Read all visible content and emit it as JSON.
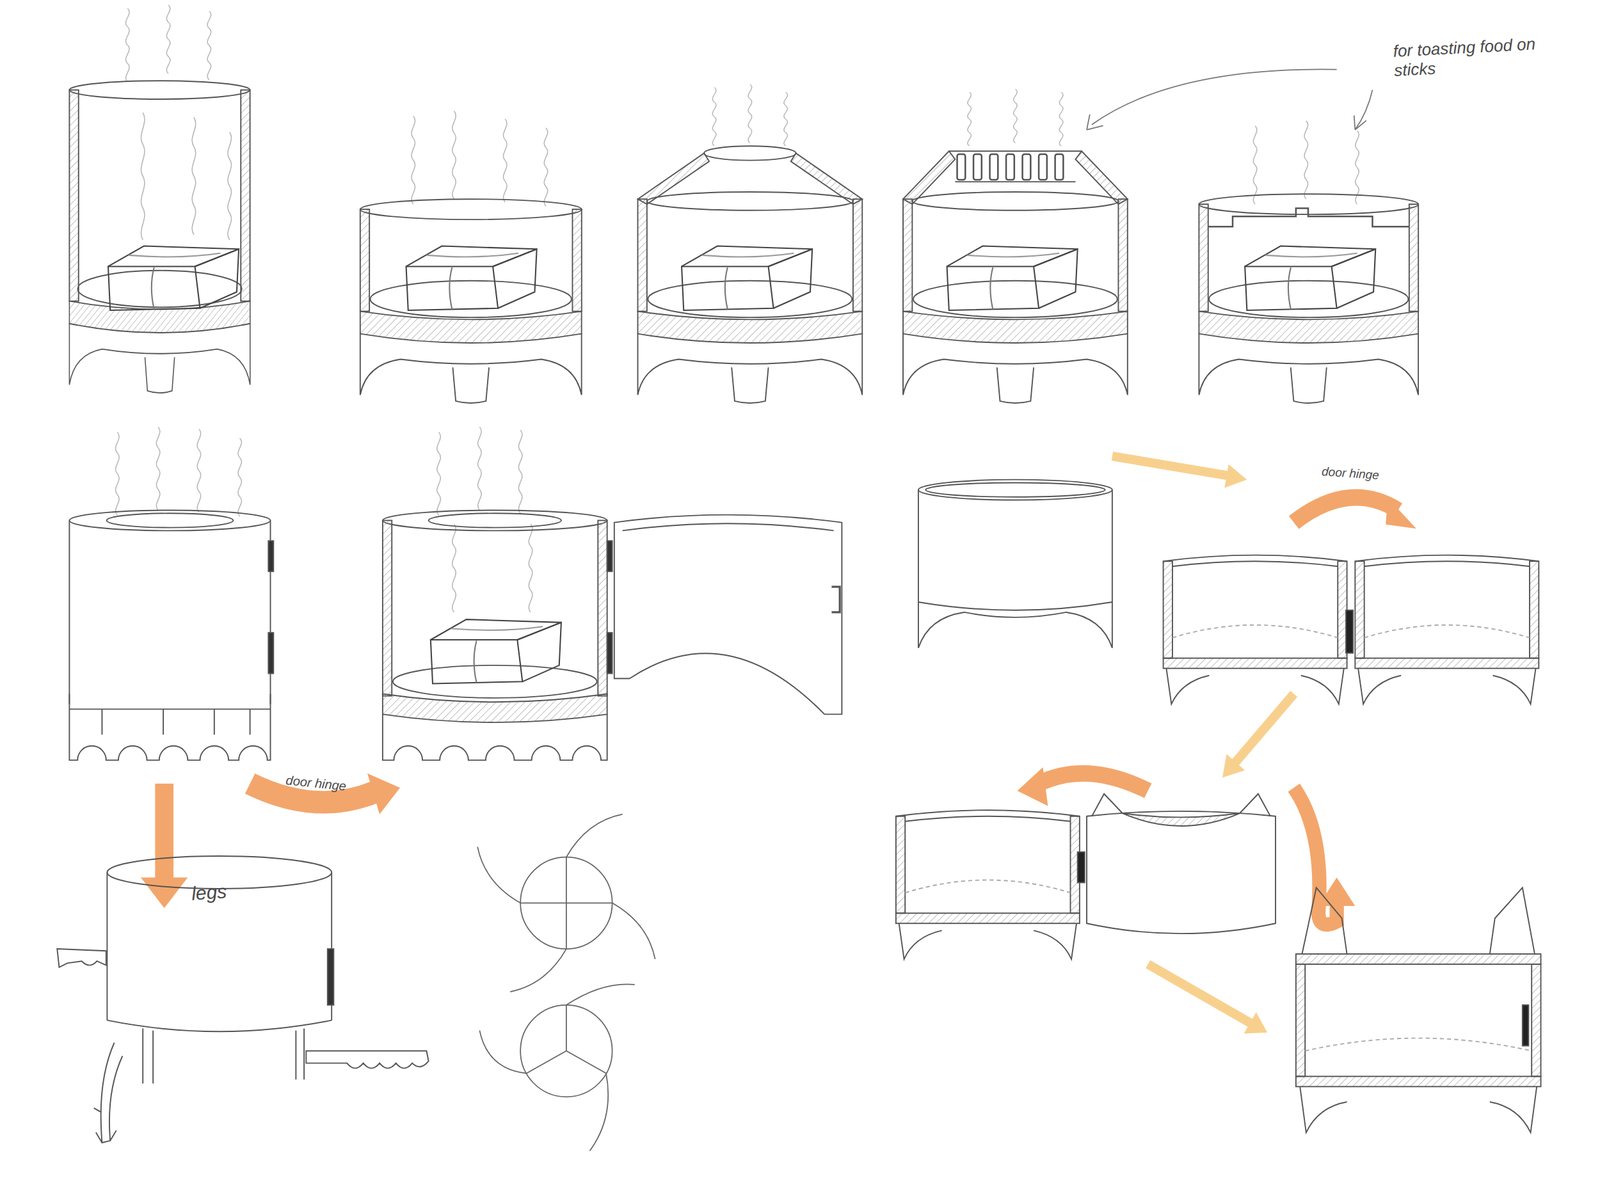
{
  "diagram": {
    "labels": [
      "for toasting food on sticks",
      "door hinge",
      "door hinge",
      "legs"
    ]
  }
}
